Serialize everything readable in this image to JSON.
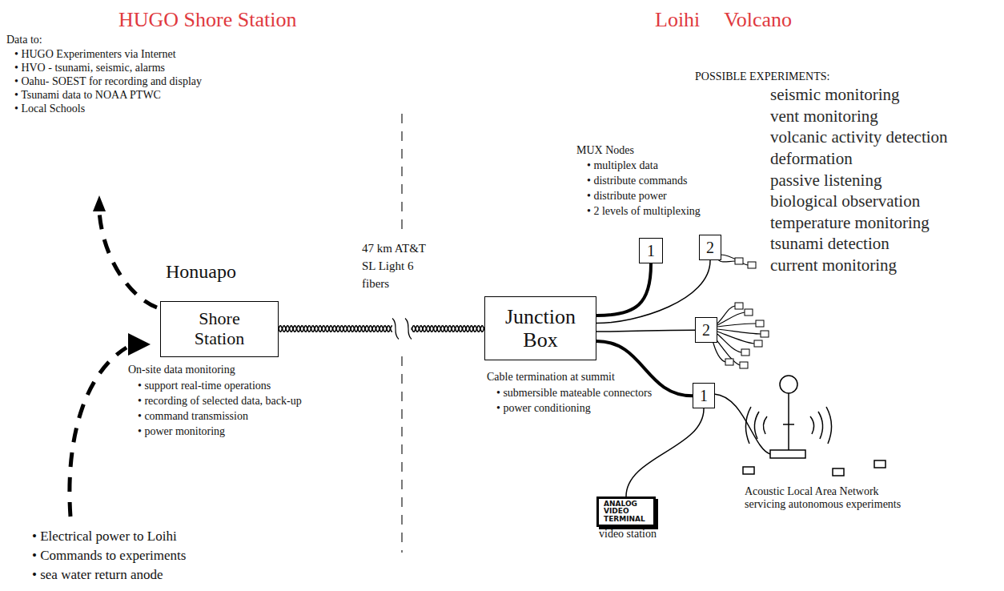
{
  "diagram": {
    "nodes": [
      {
        "text": [
          "Shore Station"
        ]
      },
      {
        "text": [
          "Junction Box"
        ]
      },
      {
        "text": [
          "1"
        ]
      },
      {
        "text": [
          "2"
        ]
      },
      {
        "text": [
          "2"
        ]
      },
      {
        "text": [
          "1"
        ]
      },
      {
        "text": [
          "ANALOG VIDEO TERMINAL",
          "video station"
        ]
      }
    ],
    "edges": [
      {
        "from": 0,
        "to": 1,
        "arrow": "none",
        "label": "47 km AT&T SL Light 6 fibers"
      },
      {
        "from": 1,
        "to": 2,
        "arrow": "none"
      },
      {
        "from": 1,
        "to": 3,
        "arrow": "none"
      },
      {
        "from": 1,
        "to": 4,
        "arrow": "none"
      },
      {
        "from": 1,
        "to": 5,
        "arrow": "none"
      },
      {
        "from": 5,
        "to": 6,
        "arrow": "none"
      }
    ],
    "labels": [
      "HUGO Shore Station",
      "Loihi Volcano",
      "Data to:",
      "• HUGO Experimenters via Internet",
      "• HVO - tsunami, seismic, alarms",
      "• Oahu- SOEST for recording and display",
      "• Tsunami data to NOAA PTWC",
      "• Local Schools",
      "Honuapo",
      "On-site data monitoring",
      "• support real-time operations",
      "• recording of selected data, back-up",
      "• command transmission",
      "• power monitoring",
      "MUX Nodes",
      "• multiplex data",
      "• distribute commands",
      "• distribute power",
      "• 2 levels of multiplexing",
      "POSSIBLE EXPERIMENTS:",
      "seismic monitoring",
      "vent monitoring",
      "volcanic activity detection",
      "deformation",
      "passive listening",
      "biological observation",
      "temperature monitoring",
      "tsunami detection",
      "current monitoring",
      "Cable termination at summit",
      "• submersible mateable connectors",
      "• power conditioning",
      "Acoustic Local Area Network servicing autonomous experiments",
      "• Electrical power to Loihi",
      "• Commands to experiments",
      "• sea water return anode"
    ]
  }
}
